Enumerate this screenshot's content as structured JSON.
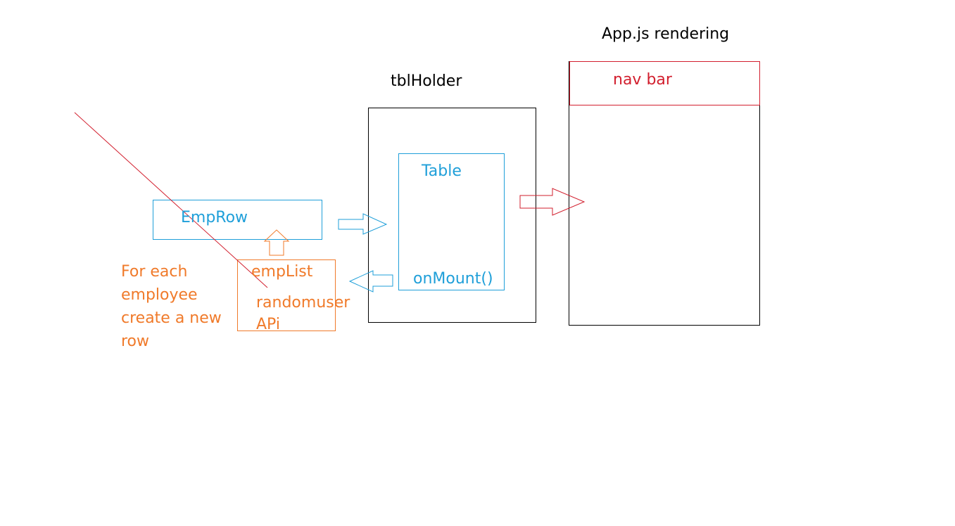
{
  "labels": {
    "app_title": "App.js rendering",
    "nav_bar": "nav bar",
    "tbl_holder": "tblHolder",
    "table": "Table",
    "on_mount": "onMount()",
    "emp_row": "EmpRow",
    "emp_list": "empList",
    "randomuser_line1": "randomuser",
    "randomuser_line2": "APi"
  },
  "note_lines": [
    "For each",
    "employee",
    "create a new",
    "row"
  ],
  "colors": {
    "black": "#000000",
    "blue": "#1f9fd9",
    "orange": "#f07a2a",
    "red": "#d21f2e"
  }
}
